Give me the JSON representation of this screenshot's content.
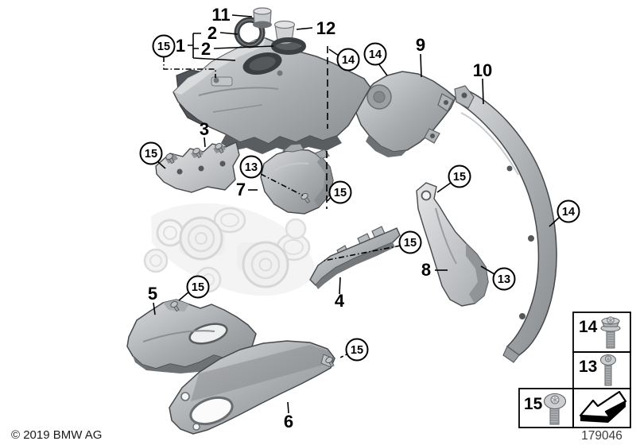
{
  "figure": {
    "kind": "exploded-parts-diagram"
  },
  "callouts": {
    "n1": "1",
    "n2": "2",
    "n3": "3",
    "n4": "4",
    "n5": "5",
    "n6": "6",
    "n7": "7",
    "n8": "8",
    "n9": "9",
    "n10": "10",
    "n11": "11",
    "n12": "12",
    "c13": "13",
    "c14": "14",
    "c15": "15"
  },
  "legend": {
    "rows": [
      {
        "num": "14",
        "icon": "hex-flange-bolt-icon"
      },
      {
        "num": "13",
        "icon": "torx-cheese-head-screw-icon"
      },
      {
        "num": "15",
        "icon": "torx-button-head-screw-icon"
      }
    ],
    "arrow": "pointer-arrow-icon"
  },
  "footer": {
    "copyright": "© 2019 BMW AG",
    "diagram_number": "179046"
  },
  "colors": {
    "background": "#ffffff",
    "line": "#000000",
    "metal_light": "#d9dbdd",
    "metal_mid": "#aaadb0",
    "metal_dark": "#5f6265",
    "ghost": "#e9eaeb"
  }
}
